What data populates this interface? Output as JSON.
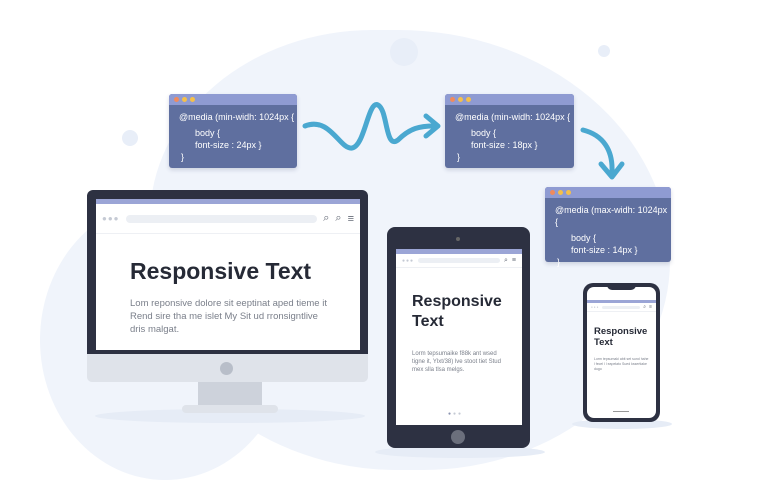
{
  "code_blocks": [
    {
      "line1": "@media (min-widh: 1024px {",
      "line2": "body {",
      "line3": "font-size : 24px }",
      "line4": "}"
    },
    {
      "line1": "@media (min-widh: 1024px {",
      "line2": "body {",
      "line3": "font-size : 18px }",
      "line4": "}"
    },
    {
      "line1": "@media (max-widh: 1024px {",
      "line2": "body {",
      "line3": "font-size : 14px }",
      "line4": "}"
    }
  ],
  "desktop": {
    "heading": "Responsive Text",
    "body": "Lom reponsive dolore sit  eeptinat aped tieme it Rend sire tha me islet My Sit ud rronsigntlive dris malgat."
  },
  "tablet": {
    "heading": "Responsive Text",
    "body": "Lorm tepsumaike f88k ant wsed tigne it, Ylxt/38) lve stoot tiet Stud mex slla tlsa melgs."
  },
  "phone": {
    "heading": "Responsive Text",
    "body": "Lorm tepsumaki abit set sund hahe l fecel l l eapelato Sued kssertiake dugo"
  },
  "colors": {
    "code_bg": "#5f6f9f",
    "code_header": "#8f9bd2",
    "arrow": "#4aa8d0",
    "device": "#2d3142"
  }
}
